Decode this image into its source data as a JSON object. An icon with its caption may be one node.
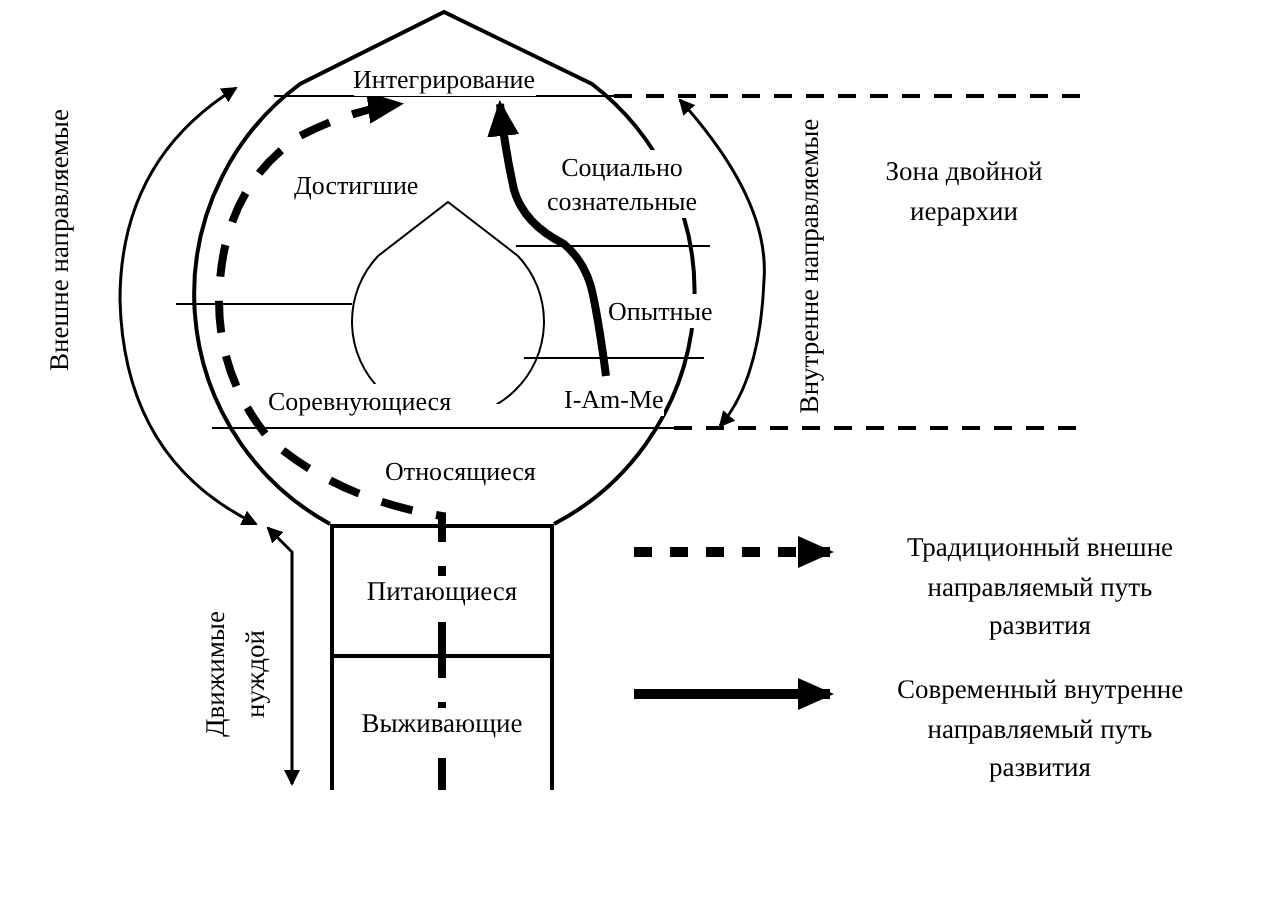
{
  "diagram": {
    "nodes": [
      {
        "text": [
          "Интегрирование"
        ]
      },
      {
        "text": [
          "Достигшие"
        ]
      },
      {
        "text": [
          "Социально сознательные"
        ]
      },
      {
        "text": [
          "Опытные"
        ]
      },
      {
        "text": [
          "I-Am-Me"
        ]
      },
      {
        "text": [
          "Соревнующиеся"
        ]
      },
      {
        "text": [
          "Относящиеся"
        ]
      },
      {
        "text": [
          "Питающиеся"
        ]
      },
      {
        "text": [
          "Выживающие"
        ]
      },
      {
        "text": [],
        "shape": "drop"
      }
    ],
    "edges": [
      {
        "from": 8,
        "to": 7,
        "arrow": "none",
        "style": "dashed"
      },
      {
        "from": 7,
        "to": 0,
        "arrow": "to",
        "style": "dashed"
      },
      {
        "from": 4,
        "to": 0,
        "arrow": "to"
      }
    ],
    "labels": [
      "Внешне направляемые",
      "Внутренне направляемые",
      "Зона двойной иерархии",
      "Движимые нуждой"
    ],
    "legend": [
      {
        "text": "Традиционный внешне направляемый путь развития"
      },
      {
        "text": "Современный внутренне направляемый путь развития"
      }
    ]
  }
}
